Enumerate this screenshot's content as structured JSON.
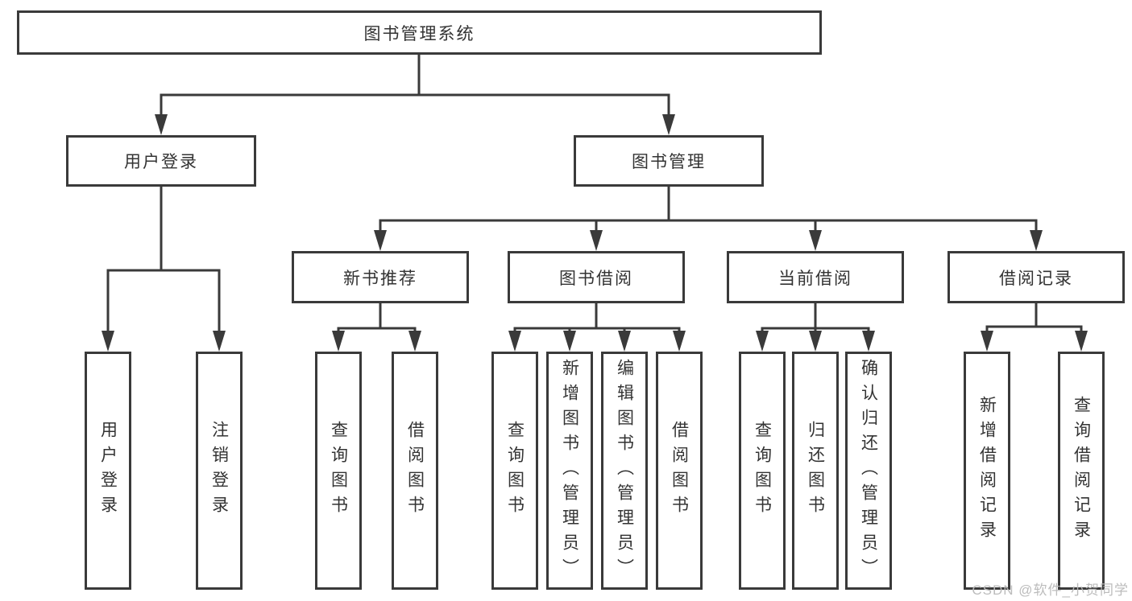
{
  "diagram": {
    "root": {
      "label": "图书管理系统"
    },
    "branches": [
      {
        "label": "用户登录",
        "children": [
          {
            "label": "用户登录"
          },
          {
            "label": "注销登录"
          }
        ]
      },
      {
        "label": "图书管理",
        "children": [
          {
            "label": "新书推荐",
            "children": [
              {
                "label": "查询图书"
              },
              {
                "label": "借阅图书"
              }
            ]
          },
          {
            "label": "图书借阅",
            "children": [
              {
                "label": "查询图书"
              },
              {
                "label": "新增图书（管理员）"
              },
              {
                "label": "编辑图书（管理员）"
              },
              {
                "label": "借阅图书"
              }
            ]
          },
          {
            "label": "当前借阅",
            "children": [
              {
                "label": "查询图书"
              },
              {
                "label": "归还图书"
              },
              {
                "label": "确认归还（管理员）"
              }
            ]
          },
          {
            "label": "借阅记录",
            "children": [
              {
                "label": "新增借阅记录"
              },
              {
                "label": "查询借阅记录"
              }
            ]
          }
        ]
      }
    ]
  },
  "watermark": {
    "text": "CSDN @软件_小贺同学"
  },
  "colors": {
    "line": "#3a3a3a",
    "text": "#333333",
    "watermark": "#b8b8b8",
    "background": "#ffffff"
  }
}
